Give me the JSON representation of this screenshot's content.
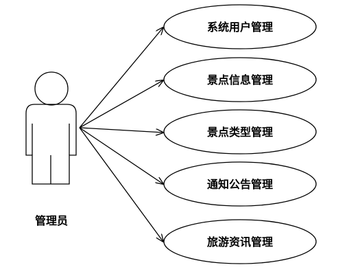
{
  "actor": {
    "label": "管理员"
  },
  "use_cases": [
    {
      "label": "系统用户管理"
    },
    {
      "label": "景点信息管理"
    },
    {
      "label": "景点类型管理"
    },
    {
      "label": "通知公告管理"
    },
    {
      "label": "旅游资讯管理"
    }
  ],
  "colors": {
    "stroke": "#000000",
    "background": "#ffffff"
  }
}
